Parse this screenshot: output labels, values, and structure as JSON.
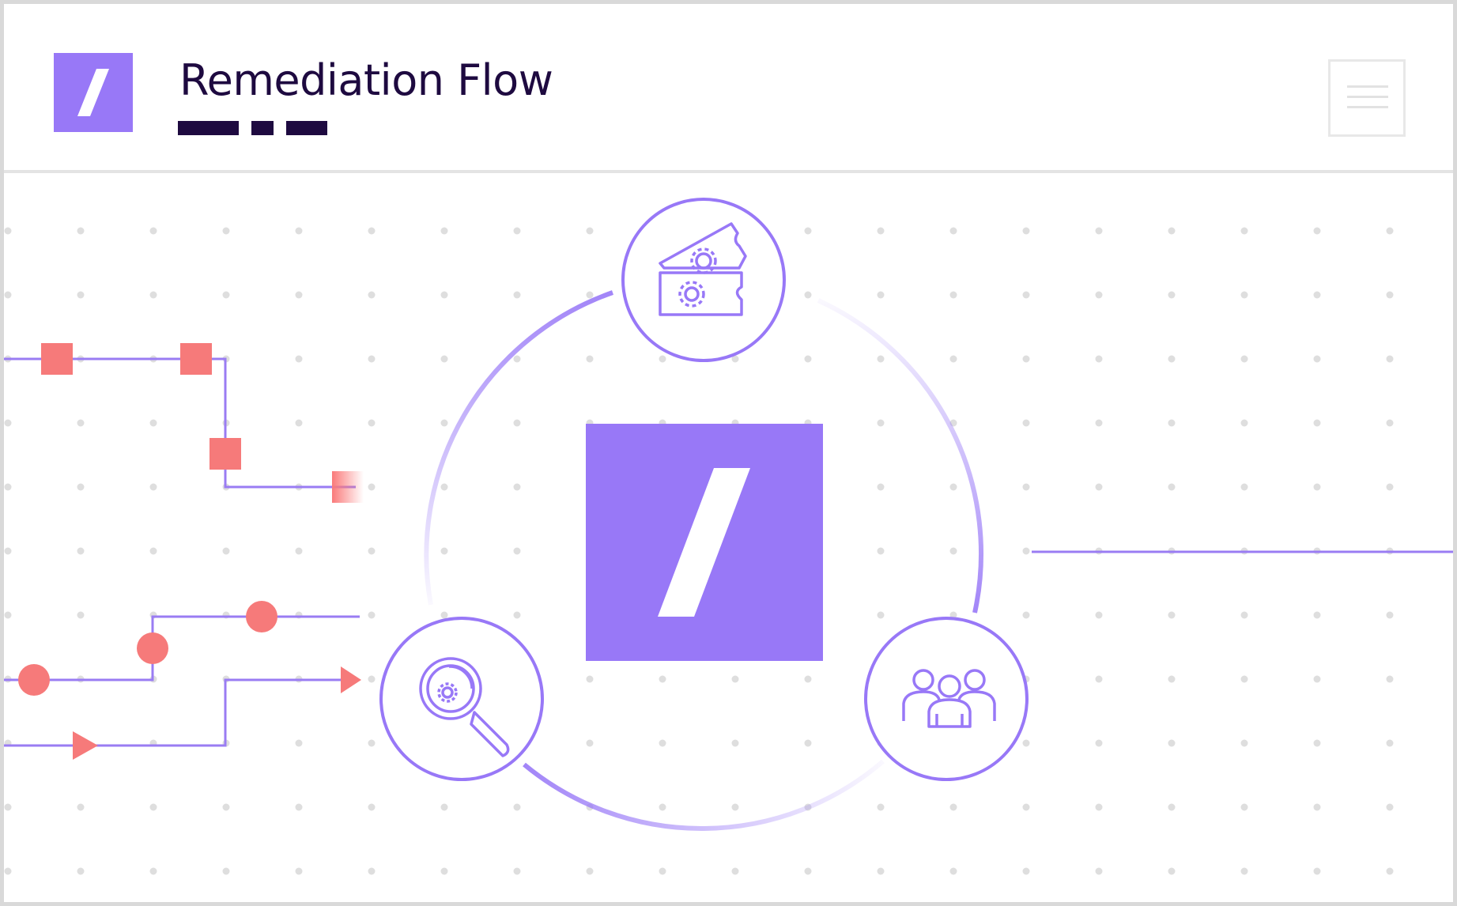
{
  "header": {
    "title": "Remediation Flow",
    "menu_icon": "hamburger-menu-icon",
    "logo_icon": "slash-logo-icon"
  },
  "diagram": {
    "center_icon": "slash-logo-icon",
    "nodes": [
      {
        "id": "tickets",
        "icon": "tickets-gear-icon"
      },
      {
        "id": "investigate",
        "icon": "magnifier-gear-icon"
      },
      {
        "id": "team",
        "icon": "people-group-icon"
      }
    ],
    "left_flow_markers": [
      "square",
      "circle",
      "triangle"
    ]
  },
  "colors": {
    "accent": "#9878f7",
    "accent_line": "#9a7cf3",
    "marker": "#f67a7a",
    "title": "#1e0a40",
    "dot_grid": "#dedede",
    "border": "#d9d9d9"
  }
}
